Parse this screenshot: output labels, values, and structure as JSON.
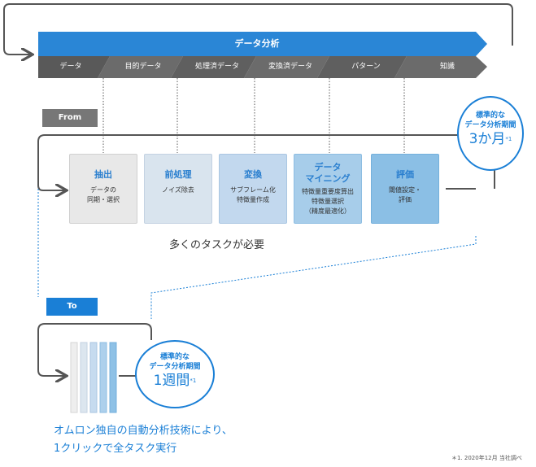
{
  "top_bar": {
    "title": "データ分析"
  },
  "stages": [
    "データ",
    "目的データ",
    "処理済データ",
    "変換済データ",
    "パターン",
    "知識"
  ],
  "from_section": {
    "tag": "From",
    "tasks": [
      {
        "title": "抽出",
        "subtitle": "データの\n同期・選択"
      },
      {
        "title": "前処理",
        "subtitle": "ノイズ除去"
      },
      {
        "title": "変換",
        "subtitle": "サブフレーム化\n特徴量作成"
      },
      {
        "title": "データ\nマイニング",
        "subtitle": "特徴量重要度算出\n特徴量選択\n（精度最適化）"
      },
      {
        "title": "評価",
        "subtitle": "閾値設定・\n評価"
      }
    ],
    "note": "多くのタスクが必要",
    "circle": {
      "line1": "標準的な",
      "line2": "データ分析期間",
      "duration": "3か月",
      "mark": "*1"
    }
  },
  "to_section": {
    "tag": "To",
    "circle": {
      "line1": "標準的な",
      "line2": "データ分析期間",
      "duration": "1週間",
      "mark": "*1"
    },
    "tagline_line1": "オムロン独自の自動分析技術により、",
    "tagline_line2": "1クリックで全タスク実行"
  },
  "footnote": "＊1. 2020年12月 当社調べ",
  "colors": {
    "accent": "#1a7fd6",
    "bar": "#2a86d6",
    "stage_bar": "#666666"
  }
}
